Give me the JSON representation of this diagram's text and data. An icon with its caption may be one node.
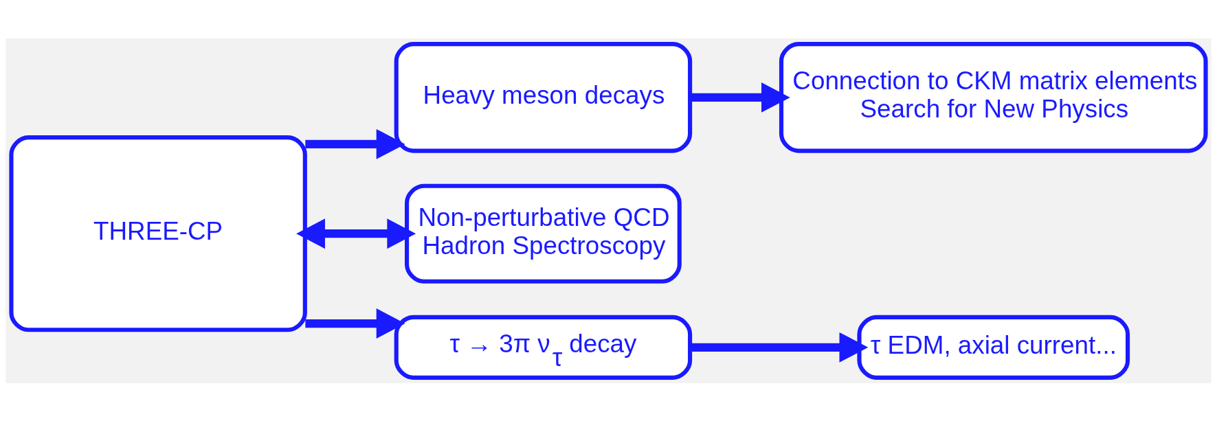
{
  "diagram": {
    "nodes": [
      {
        "text": [
          "THREE-CP"
        ]
      },
      {
        "text": [
          "Heavy meson decays"
        ]
      },
      {
        "text": [
          "Connection to CKM matrix elements",
          "Search for New Physics"
        ]
      },
      {
        "text": [
          "Non-perturbative QCD",
          "Hadron Spectroscopy"
        ]
      },
      {
        "text": [
          "τ → 3π ν$_{τ}$ decay"
        ]
      },
      {
        "text": [
          "τ EDM, axial current..."
        ]
      }
    ],
    "edges": [
      {
        "from": 0,
        "to": 1,
        "arrow": "to"
      },
      {
        "from": 1,
        "to": 2,
        "arrow": "to"
      },
      {
        "from": 0,
        "to": 3,
        "arrow": "both"
      },
      {
        "from": 0,
        "to": 4,
        "arrow": "to"
      },
      {
        "from": 4,
        "to": 5,
        "arrow": "to"
      }
    ]
  }
}
